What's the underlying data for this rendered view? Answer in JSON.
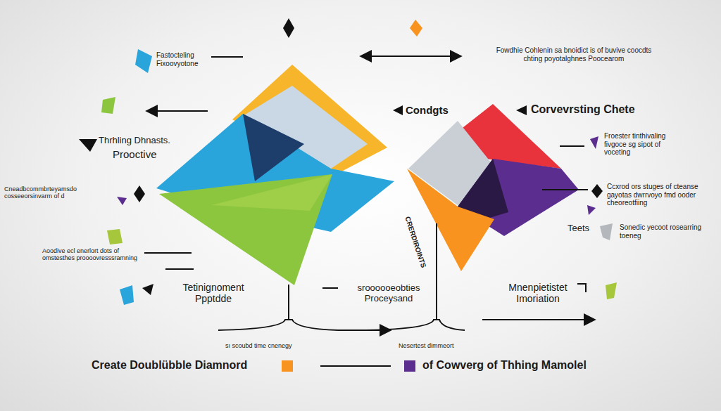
{
  "diagram": {
    "labels": [
      "Fastocteling Fixoovyotone",
      "Fowdhie Cohlenin sa bnoidict is of buvive coocdts chting poyotalghnes Poocearom",
      "Condgts",
      "Corvevrsting Chete",
      "Thrhling Dhnasts.",
      "Prooctive",
      "Froester tinthivaling fivgoce sg sipot of voceting",
      "Cneadbcommbrteyamsdo cosseeorsinvarm of d",
      "Ccxrod ors stuges of cteanse gayotas dwrrvoyo fmd ooder cheoreotfiing",
      "Sonedic yecoot rosearring toeneg",
      "Teets",
      "CRERDIROINTS",
      "Aoodive ecl enerlort dots of omstesthes proooovresssramning",
      "Tetinignoment Ppptdde",
      "sroooooeobties Proceysand",
      "Mnenpietistet Imoriation",
      "sı scoubd time cnenegy",
      "Nesertest dimmeort"
    ],
    "legend": [
      {
        "text": "Create Doublübble Diamnord",
        "color": "#f7931e"
      },
      {
        "text": "of Cowverg of Thhing Mamolel",
        "color": "#5b2d8e"
      }
    ]
  }
}
